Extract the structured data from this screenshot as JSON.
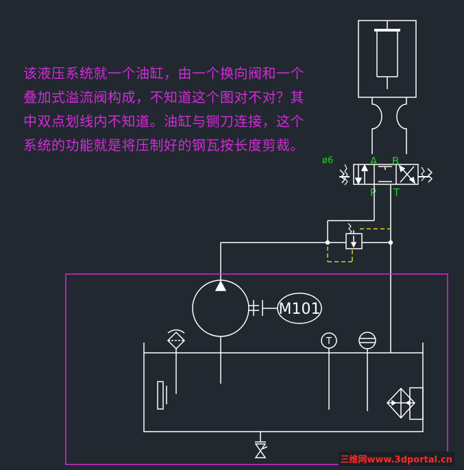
{
  "description_text": "该液压系统就一个油缸，由一个换向阀和一个叠加式溢流阀构成，不知道这个图对不对？其中双点划线内不知道。油缸与铡刀连接，这个系统的功能就是将压制好的钢瓦按长度剪裁。",
  "valve": {
    "size_label": "ø6",
    "port_a": "A",
    "port_b": "B",
    "port_p": "P",
    "port_t": "T"
  },
  "motor_label": "M101",
  "thermometer_label": "T",
  "watermark": "三维网www.3dportal.cn",
  "colors": {
    "background": "#212830",
    "line": "#ffffff",
    "boundary": "#d42bd9",
    "dashed_box": "#e5d21c",
    "port_letters": "#22d322",
    "text": "#d42bd9"
  }
}
